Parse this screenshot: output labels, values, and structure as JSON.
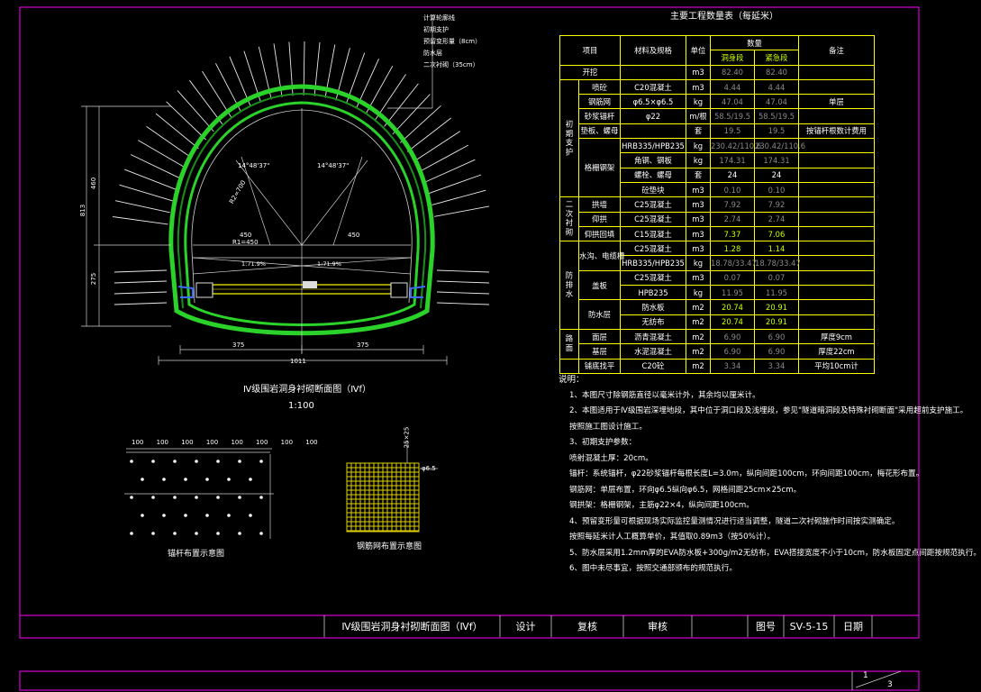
{
  "drawing": {
    "table_title": "主要工程数量表（每延米）",
    "section_title": "Ⅳ级围岩洞身衬砌断面图（Ⅳf）",
    "section_scale": "1:100",
    "bolt_title": "锚杆布置示意图",
    "mesh_title": "钢筋网布置示意图"
  },
  "legend": [
    "计算轮廓线",
    "初期支护",
    "预留变形量（8cm）",
    "防水层",
    "二次衬砌（35cm）"
  ],
  "dims": {
    "width_total": "1011",
    "half_left": "375",
    "half_right": "375",
    "span_left": "450",
    "span_right": "450",
    "height": "813",
    "h1": "460",
    "h2": "275",
    "r1": "R1=450",
    "r2": "R2=700",
    "angle_left": "14°48'37\"",
    "angle_right": "14°48'37\"",
    "slope_left": "1:71.9%",
    "slope_right": "1:71.9%",
    "small_dims": [
      "100",
      "100",
      "100",
      "100",
      "100",
      "100",
      "100",
      "100"
    ],
    "mesh_label": "φ6.5",
    "mesh_spacing": "25×25"
  },
  "table": {
    "headers": {
      "item": "项目",
      "material": "材料及规格",
      "unit": "单位",
      "quantity": "数量",
      "col_a": "洞身段",
      "col_b": "紧急段",
      "remark": "备注"
    },
    "rows": [
      {
        "g1": "开挖",
        "g2": "",
        "mat": "",
        "unit": "m3",
        "a": "82.40",
        "b": "82.40",
        "rem": "",
        "dim": true
      },
      {
        "g1": "",
        "g2": "喷砼",
        "mat": "C20混凝土",
        "unit": "m3",
        "a": "4.44",
        "b": "4.44",
        "rem": "",
        "dim": true
      },
      {
        "g1": "",
        "g2": "钢筋网",
        "mat": "φ6.5×φ6.5",
        "unit": "kg",
        "a": "47.04",
        "b": "47.04",
        "rem": "单层",
        "dim": true
      },
      {
        "g1": "",
        "g2": "砂浆锚杆",
        "mat": "φ22",
        "unit": "m/根",
        "a": "58.5/19.5",
        "b": "58.5/19.5",
        "rem": "",
        "dim": true
      },
      {
        "g1": "",
        "g2": "垫板、螺母",
        "mat": "",
        "unit": "套",
        "a": "19.5",
        "b": "19.5",
        "rem": "按锚杆根数计费用",
        "dim": true
      },
      {
        "g1": "",
        "g2": "",
        "mat": "HRB335/HPB235",
        "unit": "kg",
        "a": "230.42/110.6",
        "b": "230.42/110.6",
        "rem": "",
        "dim": true
      },
      {
        "g1": "",
        "g2": "格栅钢架",
        "mat": "角钢、钢板",
        "unit": "kg",
        "a": "174.31",
        "b": "174.31",
        "rem": "",
        "dim": true
      },
      {
        "g1": "",
        "g2": "",
        "mat": "螺栓、螺母",
        "unit": "套",
        "a": "24",
        "b": "24",
        "rem": "",
        "dim": false
      },
      {
        "g1": "",
        "g2": "",
        "mat": "砼垫块",
        "unit": "m3",
        "a": "0.10",
        "b": "0.10",
        "rem": "",
        "dim": true
      },
      {
        "g1": "",
        "g2": "拱墙",
        "mat": "C25混凝土",
        "unit": "m3",
        "a": "7.92",
        "b": "7.92",
        "rem": "",
        "dim": true
      },
      {
        "g1": "",
        "g2": "仰拱",
        "mat": "C25混凝土",
        "unit": "m3",
        "a": "2.74",
        "b": "2.74",
        "rem": "",
        "dim": true
      },
      {
        "g1": "",
        "g2": "仰拱回填",
        "mat": "C15混凝土",
        "unit": "m3",
        "a": "7.37",
        "b": "7.06",
        "rem": "",
        "dim": false,
        "grn": true
      },
      {
        "g1": "",
        "g2": "水沟、电缆槽",
        "mat": "C25混凝土",
        "unit": "m3",
        "a": "1.28",
        "b": "1.14",
        "rem": "",
        "dim": false,
        "grn": true
      },
      {
        "g1": "",
        "g2": "",
        "mat": "HRB335/HPB235",
        "unit": "kg",
        "a": "18.78/33.47",
        "b": "18.78/33.47",
        "rem": "",
        "dim": true
      },
      {
        "g1": "",
        "g2": "盖板",
        "mat": "C25混凝土",
        "unit": "m3",
        "a": "0.07",
        "b": "0.07",
        "rem": "",
        "dim": true
      },
      {
        "g1": "",
        "g2": "",
        "mat": "HPB235",
        "unit": "kg",
        "a": "11.95",
        "b": "11.95",
        "rem": "",
        "dim": true
      },
      {
        "g1": "",
        "g2": "防水层",
        "mat": "防水板",
        "unit": "m2",
        "a": "20.74",
        "b": "20.91",
        "rem": "",
        "dim": false,
        "grn": true
      },
      {
        "g1": "",
        "g2": "",
        "mat": "无纺布",
        "unit": "m2",
        "a": "20.74",
        "b": "20.91",
        "rem": "",
        "dim": false,
        "grn": true
      },
      {
        "g1": "",
        "g2": "面层",
        "mat": "沥青混凝土",
        "unit": "m2",
        "a": "6.90",
        "b": "6.90",
        "rem": "厚度9cm",
        "dim": true
      },
      {
        "g1": "",
        "g2": "基层",
        "mat": "水泥混凝土",
        "unit": "m2",
        "a": "6.90",
        "b": "6.90",
        "rem": "厚度22cm",
        "dim": true
      },
      {
        "g1": "",
        "g2": "铺底找平",
        "mat": "C20砼",
        "unit": "m2",
        "a": "3.34",
        "b": "3.34",
        "rem": "平均10cm计",
        "dim": true
      }
    ],
    "groups": [
      {
        "label": "初期支护",
        "start": 1,
        "span": 8
      },
      {
        "label": "二次衬砌",
        "start": 9,
        "span": 3
      },
      {
        "label": "防排水",
        "start": 12,
        "span": 6
      },
      {
        "label": "路面",
        "start": 18,
        "span": 2
      }
    ]
  },
  "notes": {
    "title": "说明：",
    "lines": [
      "1、本图尺寸除钢筋直径以毫米计外，其余均以厘米计。",
      "2、本图适用于Ⅳ级围岩深埋地段，其中位于洞口段及浅埋段，参见\"隧道暗洞段及特殊衬砌断面\"采用超前支护施工。",
      "   按照施工图设计施工。",
      "3、初期支护参数：",
      "   喷射混凝土厚：20cm。",
      "   锚杆：系统锚杆，φ22砂浆锚杆每根长度L=3.0m，纵向间距100cm，环向间距100cm，梅花形布置。",
      "   钢筋网：单层布置，环向φ6.5纵向φ6.5，网格间距25cm×25cm。",
      "   钢拱架：格栅钢架，主筋φ22×4，纵向间距100cm。",
      "4、预留变形量可根据现场实际监控量测情况进行适当调整，隧道二次衬砌施作时间按实测确定。",
      "   按照每延米计人工概算单价，其值取0.89m3（按50%计）。",
      "5、防水层采用1.2mm厚的EVA防水板+300g/m2无纺布，EVA搭接宽度不小于10cm，防水板固定点间距按规范执行。",
      "6、图中未尽事宜，按照交通部颁布的规范执行。"
    ]
  },
  "titleblock": {
    "drawing_name": "Ⅳ级围岩洞身衬砌断面图（Ⅳf）",
    "design": "设计",
    "check": "复核",
    "review": "审核",
    "drawing_no_label": "图号",
    "drawing_no": "SV-5-15",
    "date_label": "日期",
    "sheet_no": "1",
    "sheet_total": "3"
  },
  "colors": {
    "lining": "#2ad22a",
    "table_border": "#ffff00",
    "frame": "#ff00ff",
    "lines": "#ffffff",
    "highlight": "#c8ff00"
  }
}
